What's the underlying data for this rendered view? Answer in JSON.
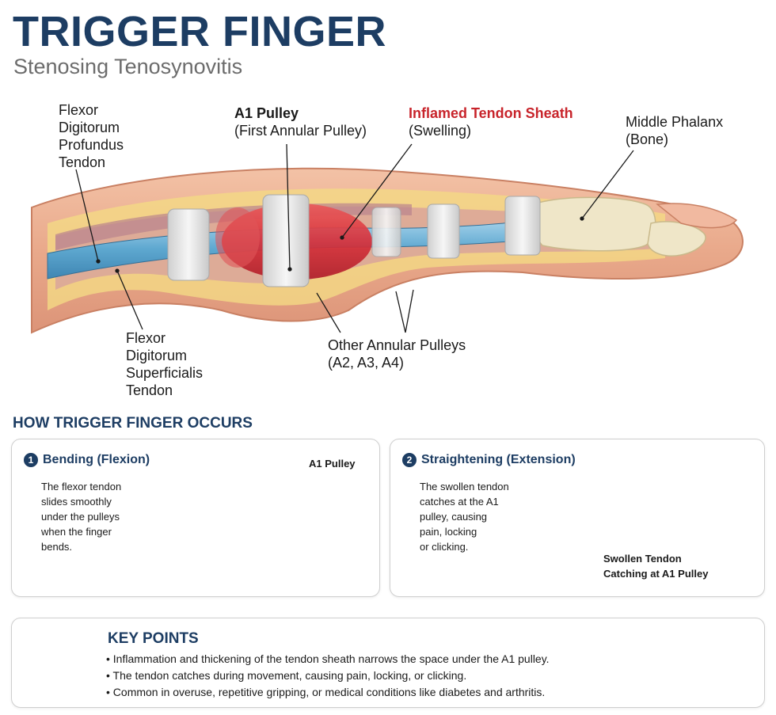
{
  "header": {
    "title": "TRIGGER FINGER",
    "subtitle": "Stenosing Tenosynovitis"
  },
  "labels": {
    "fdp": [
      "Flexor",
      "Digitorum",
      "Profundus",
      "Tendon"
    ],
    "a1": [
      "A1 Pulley",
      "(First Annular Pulley)"
    ],
    "sheath": [
      "Inflamed Tendon Sheath",
      "(Swelling)"
    ],
    "phalanx": [
      "Middle Phalanx",
      "(Bone)"
    ],
    "fds": [
      "Flexor",
      "Digitorum",
      "Superficialis",
      "Tendon"
    ],
    "other": [
      "Other Annular Pulleys",
      "(A2, A3, A4)"
    ]
  },
  "how": {
    "heading": "HOW TRIGGER FINGER OCCURS",
    "step1": {
      "num": "1",
      "title": "Bending (Flexion)",
      "text": [
        "The flexor tendon",
        "slides smoothly",
        "under the pulleys",
        "when the finger",
        "bends."
      ],
      "callout": "A1 Pulley"
    },
    "step2": {
      "num": "2",
      "title": "Straightening (Extension)",
      "text": [
        "The swollen tendon",
        "catches at the A1",
        "pulley, causing",
        "pain, locking",
        "or clicking."
      ],
      "callout": [
        "Swollen Tendon",
        "Catching at A1 Pulley"
      ]
    }
  },
  "key_points": {
    "title": "KEY POINTS",
    "items": [
      "Inflammation and thickening of the tendon sheath narrows the space under the A1 pulley.",
      "The tendon catches during movement, causing pain, locking, or clicking.",
      "Common in overuse, repetitive gripping, or medical conditions like diabetes and arthritis."
    ]
  },
  "colors": {
    "title": "#1d3d63",
    "inflamed": "#c8242b",
    "tendon": "#6fb2d6",
    "skin": "#e9a98b",
    "pulley": "#e6e6e6",
    "bone": "#efe6c8",
    "arrow_flexion": "#2e8b3a",
    "arrow_extension": "#d0262b"
  }
}
